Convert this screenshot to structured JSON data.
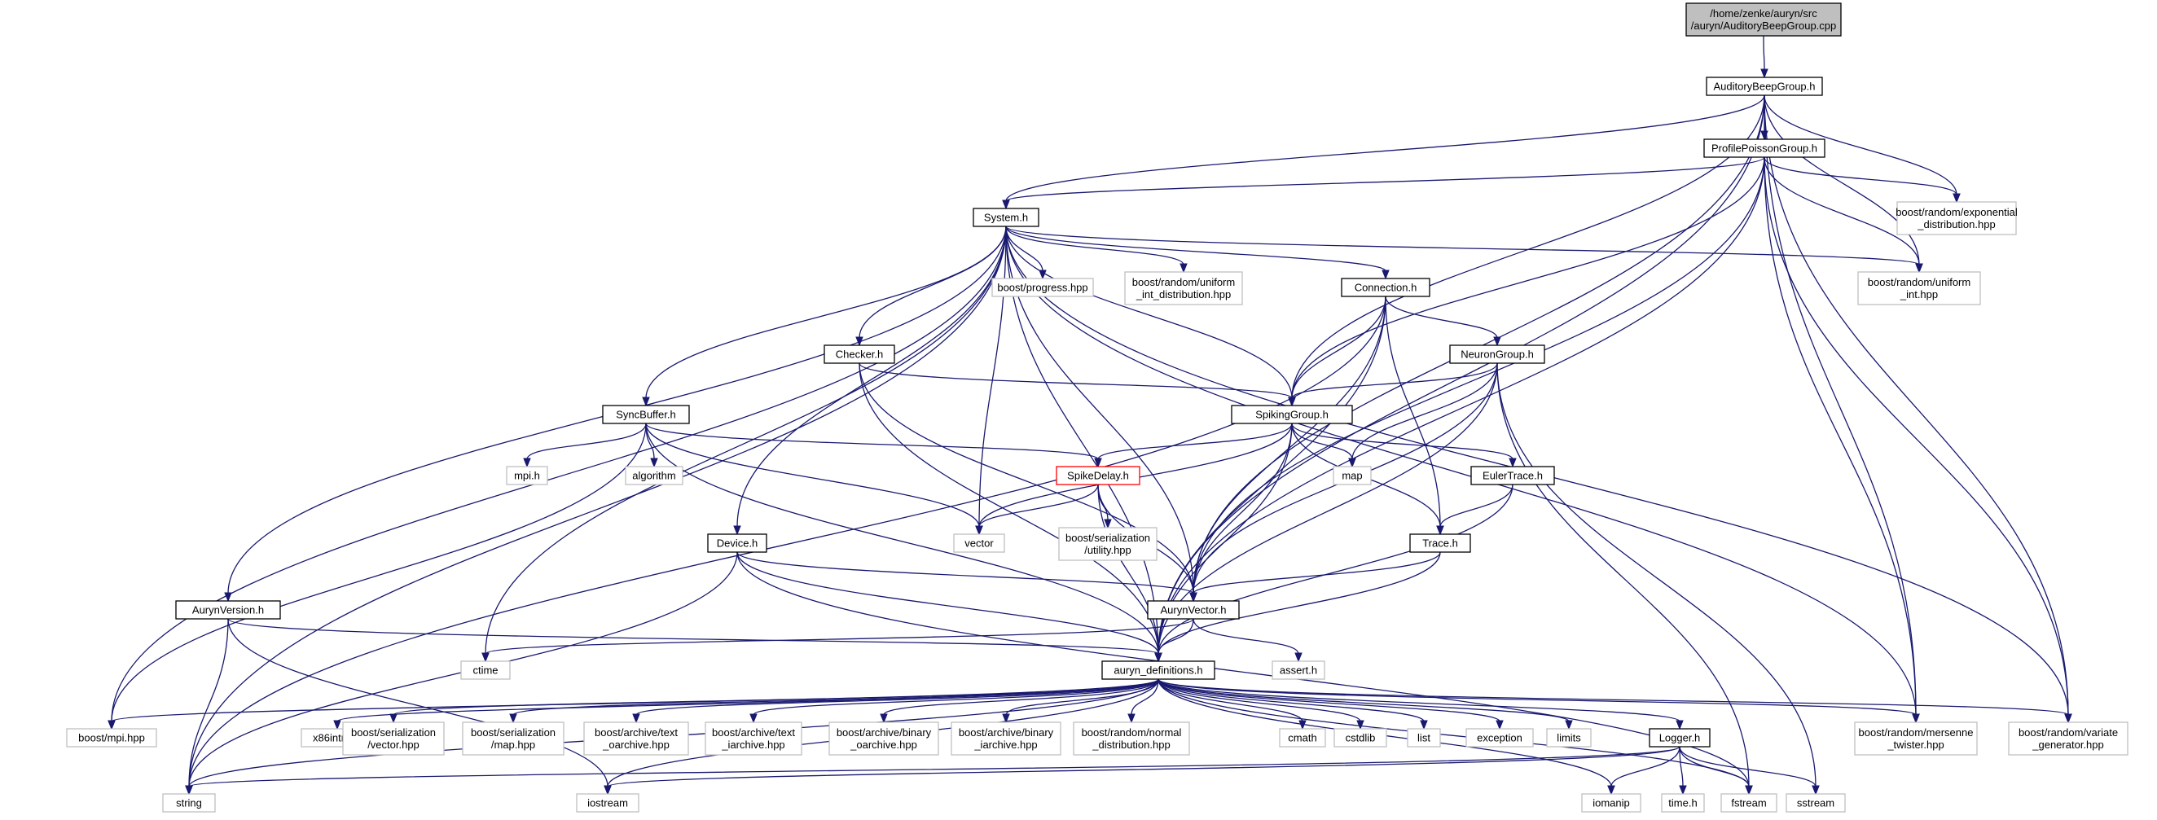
{
  "graph": {
    "nodes": [
      {
        "id": "root",
        "lines": [
          "/home/zenke/auryn/src",
          "/auryn/AuditoryBeepGroup.cpp"
        ],
        "kind": "root"
      },
      {
        "id": "abg",
        "lines": [
          "AuditoryBeepGroup.h"
        ],
        "kind": "header"
      },
      {
        "id": "ppg",
        "lines": [
          "ProfilePoissonGroup.h"
        ],
        "kind": "header"
      },
      {
        "id": "exp",
        "lines": [
          "boost/random/exponential",
          "_distribution.hpp"
        ],
        "kind": "external"
      },
      {
        "id": "sys",
        "lines": [
          "System.h"
        ],
        "kind": "header"
      },
      {
        "id": "prog",
        "lines": [
          "boost/progress.hpp"
        ],
        "kind": "external"
      },
      {
        "id": "uid",
        "lines": [
          "boost/random/uniform",
          "_int_distribution.hpp"
        ],
        "kind": "external"
      },
      {
        "id": "conn",
        "lines": [
          "Connection.h"
        ],
        "kind": "header"
      },
      {
        "id": "uint",
        "lines": [
          "boost/random/uniform",
          "_int.hpp"
        ],
        "kind": "external"
      },
      {
        "id": "checker",
        "lines": [
          "Checker.h"
        ],
        "kind": "header"
      },
      {
        "id": "ng",
        "lines": [
          "NeuronGroup.h"
        ],
        "kind": "header"
      },
      {
        "id": "sb",
        "lines": [
          "SyncBuffer.h"
        ],
        "kind": "header"
      },
      {
        "id": "sg",
        "lines": [
          "SpikingGroup.h"
        ],
        "kind": "header"
      },
      {
        "id": "mpih",
        "lines": [
          "mpi.h"
        ],
        "kind": "external"
      },
      {
        "id": "algo",
        "lines": [
          "algorithm"
        ],
        "kind": "external"
      },
      {
        "id": "sd",
        "lines": [
          "SpikeDelay.h"
        ],
        "kind": "highlight"
      },
      {
        "id": "map",
        "lines": [
          "map"
        ],
        "kind": "external"
      },
      {
        "id": "et",
        "lines": [
          "EulerTrace.h"
        ],
        "kind": "header"
      },
      {
        "id": "vector",
        "lines": [
          "vector"
        ],
        "kind": "external"
      },
      {
        "id": "bsu",
        "lines": [
          "boost/serialization",
          "/utility.hpp"
        ],
        "kind": "external"
      },
      {
        "id": "dev",
        "lines": [
          "Device.h"
        ],
        "kind": "header"
      },
      {
        "id": "trace",
        "lines": [
          "Trace.h"
        ],
        "kind": "header"
      },
      {
        "id": "av",
        "lines": [
          "AurynVector.h"
        ],
        "kind": "header"
      },
      {
        "id": "aver",
        "lines": [
          "AurynVersion.h"
        ],
        "kind": "header"
      },
      {
        "id": "ctime",
        "lines": [
          "ctime"
        ],
        "kind": "external"
      },
      {
        "id": "assert",
        "lines": [
          "assert.h"
        ],
        "kind": "external"
      },
      {
        "id": "ad",
        "lines": [
          "auryn_definitions.h"
        ],
        "kind": "header"
      },
      {
        "id": "mpihpp",
        "lines": [
          "boost/mpi.hpp"
        ],
        "kind": "external"
      },
      {
        "id": "x86",
        "lines": [
          "x86intrin.h"
        ],
        "kind": "external"
      },
      {
        "id": "bsv",
        "lines": [
          "boost/serialization",
          "/vector.hpp"
        ],
        "kind": "external"
      },
      {
        "id": "bsm",
        "lines": [
          "boost/serialization",
          "/map.hpp"
        ],
        "kind": "external"
      },
      {
        "id": "bato",
        "lines": [
          "boost/archive/text",
          "_oarchive.hpp"
        ],
        "kind": "external"
      },
      {
        "id": "bati",
        "lines": [
          "boost/archive/text",
          "_iarchive.hpp"
        ],
        "kind": "external"
      },
      {
        "id": "babo",
        "lines": [
          "boost/archive/binary",
          "_oarchive.hpp"
        ],
        "kind": "external"
      },
      {
        "id": "babi",
        "lines": [
          "boost/archive/binary",
          "_iarchive.hpp"
        ],
        "kind": "external"
      },
      {
        "id": "brnd",
        "lines": [
          "boost/random/normal",
          "_distribution.hpp"
        ],
        "kind": "external"
      },
      {
        "id": "cmath",
        "lines": [
          "cmath"
        ],
        "kind": "external"
      },
      {
        "id": "cstdlib",
        "lines": [
          "cstdlib"
        ],
        "kind": "external"
      },
      {
        "id": "list",
        "lines": [
          "list"
        ],
        "kind": "external"
      },
      {
        "id": "exception",
        "lines": [
          "exception"
        ],
        "kind": "external"
      },
      {
        "id": "limits",
        "lines": [
          "limits"
        ],
        "kind": "external"
      },
      {
        "id": "logger",
        "lines": [
          "Logger.h"
        ],
        "kind": "header"
      },
      {
        "id": "mt",
        "lines": [
          "boost/random/mersenne",
          "_twister.hpp"
        ],
        "kind": "external"
      },
      {
        "id": "vg",
        "lines": [
          "boost/random/variate",
          "_generator.hpp"
        ],
        "kind": "external"
      },
      {
        "id": "string",
        "lines": [
          "string"
        ],
        "kind": "external"
      },
      {
        "id": "iostream",
        "lines": [
          "iostream"
        ],
        "kind": "external"
      },
      {
        "id": "iomanip",
        "lines": [
          "iomanip"
        ],
        "kind": "external"
      },
      {
        "id": "timeh",
        "lines": [
          "time.h"
        ],
        "kind": "external"
      },
      {
        "id": "fstream",
        "lines": [
          "fstream"
        ],
        "kind": "external"
      },
      {
        "id": "sstream",
        "lines": [
          "sstream"
        ],
        "kind": "external"
      }
    ],
    "edges": [
      [
        "root",
        "abg"
      ],
      [
        "abg",
        "ppg"
      ],
      [
        "abg",
        "sys"
      ],
      [
        "abg",
        "ad"
      ],
      [
        "abg",
        "av"
      ],
      [
        "abg",
        "sg"
      ],
      [
        "abg",
        "exp"
      ],
      [
        "abg",
        "uint"
      ],
      [
        "abg",
        "mt"
      ],
      [
        "abg",
        "vg"
      ],
      [
        "ppg",
        "sys"
      ],
      [
        "ppg",
        "sg"
      ],
      [
        "ppg",
        "av"
      ],
      [
        "ppg",
        "ad"
      ],
      [
        "ppg",
        "exp"
      ],
      [
        "ppg",
        "uint"
      ],
      [
        "ppg",
        "mt"
      ],
      [
        "ppg",
        "vg"
      ],
      [
        "sys",
        "prog"
      ],
      [
        "sys",
        "uid"
      ],
      [
        "sys",
        "conn"
      ],
      [
        "sys",
        "uint"
      ],
      [
        "sys",
        "checker"
      ],
      [
        "sys",
        "sb"
      ],
      [
        "sys",
        "sg"
      ],
      [
        "sys",
        "vector"
      ],
      [
        "sys",
        "dev"
      ],
      [
        "sys",
        "av"
      ],
      [
        "sys",
        "aver"
      ],
      [
        "sys",
        "ad"
      ],
      [
        "sys",
        "ctime"
      ],
      [
        "sys",
        "mpihpp"
      ],
      [
        "sys",
        "string"
      ],
      [
        "sys",
        "mt"
      ],
      [
        "sys",
        "vg"
      ],
      [
        "conn",
        "ng"
      ],
      [
        "conn",
        "sg"
      ],
      [
        "conn",
        "av"
      ],
      [
        "conn",
        "trace"
      ],
      [
        "conn",
        "ad"
      ],
      [
        "conn",
        "string"
      ],
      [
        "checker",
        "sg"
      ],
      [
        "checker",
        "av"
      ],
      [
        "checker",
        "ad"
      ],
      [
        "ng",
        "sg"
      ],
      [
        "ng",
        "map"
      ],
      [
        "ng",
        "av"
      ],
      [
        "ng",
        "ad"
      ],
      [
        "ng",
        "fstream"
      ],
      [
        "ng",
        "sstream"
      ],
      [
        "sb",
        "sd"
      ],
      [
        "sb",
        "mpih"
      ],
      [
        "sb",
        "algo"
      ],
      [
        "sb",
        "vector"
      ],
      [
        "sb",
        "ad"
      ],
      [
        "sb",
        "mpihpp"
      ],
      [
        "sg",
        "sd"
      ],
      [
        "sg",
        "map"
      ],
      [
        "sg",
        "et"
      ],
      [
        "sg",
        "vector"
      ],
      [
        "sg",
        "trace"
      ],
      [
        "sg",
        "av"
      ],
      [
        "sg",
        "ad"
      ],
      [
        "sd",
        "vector"
      ],
      [
        "sd",
        "bsu"
      ],
      [
        "sd",
        "av"
      ],
      [
        "sd",
        "ad"
      ],
      [
        "et",
        "trace"
      ],
      [
        "et",
        "ad"
      ],
      [
        "dev",
        "av"
      ],
      [
        "dev",
        "ad"
      ],
      [
        "dev",
        "string"
      ],
      [
        "dev",
        "fstream"
      ],
      [
        "trace",
        "av"
      ],
      [
        "trace",
        "ad"
      ],
      [
        "av",
        "ad"
      ],
      [
        "av",
        "assert"
      ],
      [
        "av",
        "ctime"
      ],
      [
        "aver",
        "ad"
      ],
      [
        "aver",
        "string"
      ],
      [
        "aver",
        "iostream"
      ],
      [
        "ad",
        "mpihpp"
      ],
      [
        "ad",
        "x86"
      ],
      [
        "ad",
        "bsv"
      ],
      [
        "ad",
        "bsm"
      ],
      [
        "ad",
        "bato"
      ],
      [
        "ad",
        "bati"
      ],
      [
        "ad",
        "babo"
      ],
      [
        "ad",
        "babi"
      ],
      [
        "ad",
        "brnd"
      ],
      [
        "ad",
        "cmath"
      ],
      [
        "ad",
        "cstdlib"
      ],
      [
        "ad",
        "list"
      ],
      [
        "ad",
        "exception"
      ],
      [
        "ad",
        "limits"
      ],
      [
        "ad",
        "logger"
      ],
      [
        "ad",
        "mt"
      ],
      [
        "ad",
        "vg"
      ],
      [
        "ad",
        "string"
      ],
      [
        "ad",
        "iostream"
      ],
      [
        "ad",
        "iomanip"
      ],
      [
        "ad",
        "fstream"
      ],
      [
        "logger",
        "string"
      ],
      [
        "logger",
        "iostream"
      ],
      [
        "logger",
        "iomanip"
      ],
      [
        "logger",
        "timeh"
      ],
      [
        "logger",
        "fstream"
      ],
      [
        "logger",
        "sstream"
      ]
    ]
  }
}
